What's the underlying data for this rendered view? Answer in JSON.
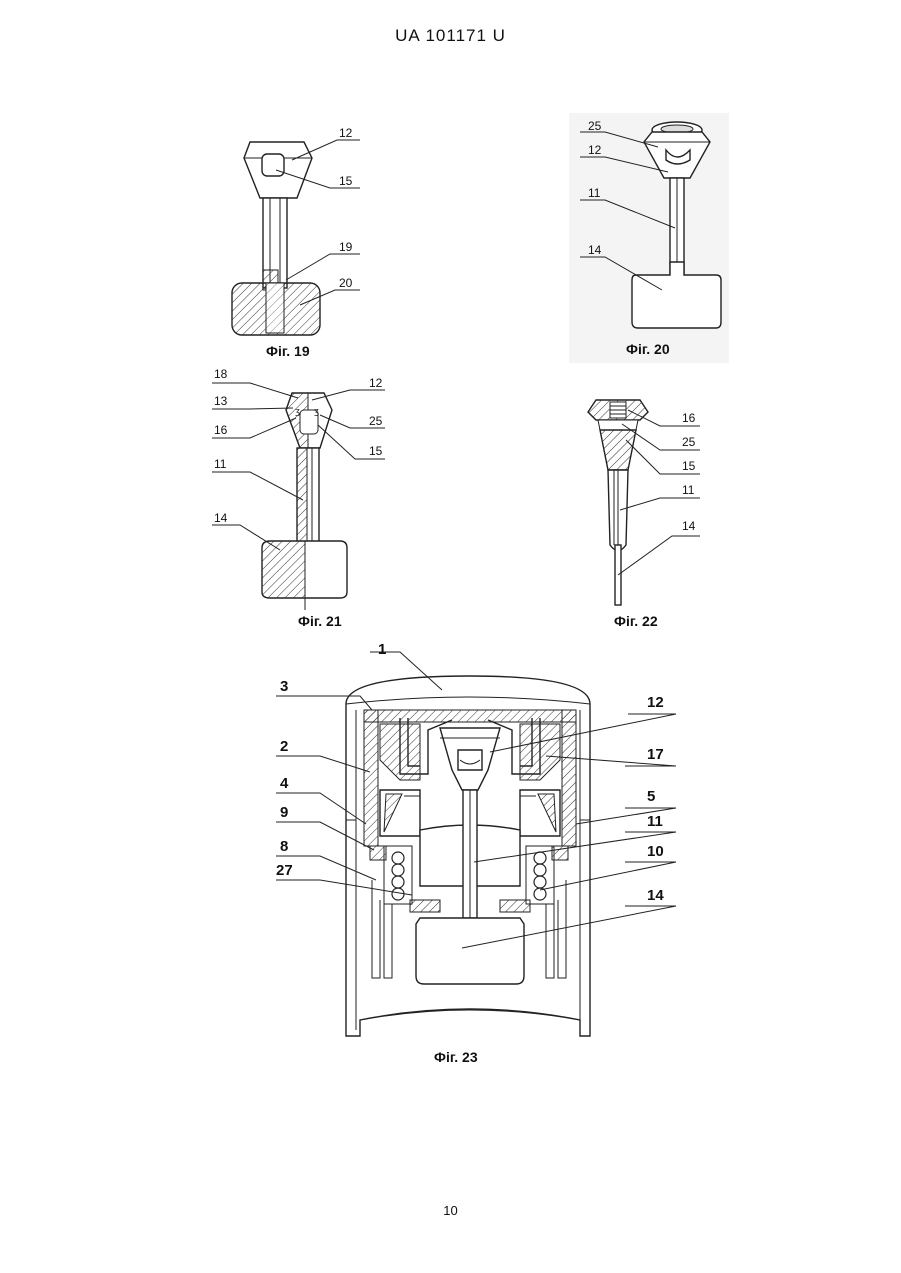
{
  "header": {
    "doc_number": "UA   101171   U"
  },
  "page_number": "10",
  "figures": {
    "fig19": {
      "caption": "Фіг. 19",
      "labels": [
        "12",
        "15",
        "19",
        "20"
      ]
    },
    "fig20": {
      "caption": "Фіг. 20",
      "labels": [
        "25",
        "12",
        "11",
        "14"
      ]
    },
    "fig21": {
      "caption": "Фіг. 21",
      "labels": [
        "18",
        "12",
        "13",
        "25",
        "16",
        "15",
        "11",
        "14"
      ]
    },
    "fig22": {
      "caption": "Фіг. 22",
      "labels": [
        "16",
        "25",
        "15",
        "11",
        "14"
      ]
    },
    "fig23": {
      "caption": "Фіг. 23",
      "labels": [
        "1",
        "3",
        "12",
        "2",
        "17",
        "4",
        "5",
        "9",
        "11",
        "8",
        "10",
        "27",
        "14"
      ]
    }
  }
}
